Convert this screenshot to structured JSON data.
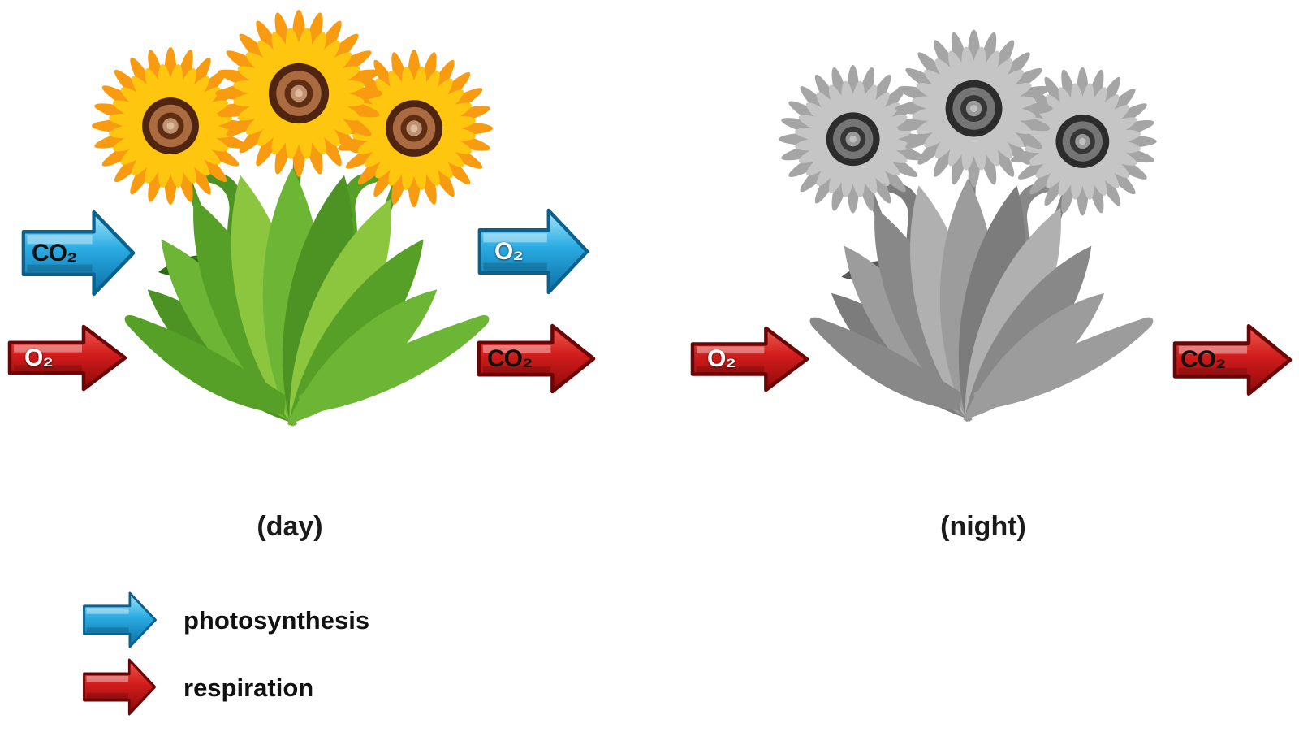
{
  "figure": {
    "day": {
      "caption": "(day)",
      "arrows": {
        "co2_in": {
          "label": "CO₂",
          "process": "photosynthesis"
        },
        "o2_out": {
          "label": "O₂",
          "process": "photosynthesis"
        },
        "o2_in": {
          "label": "O₂",
          "process": "respiration"
        },
        "co2_out": {
          "label": "CO₂",
          "process": "respiration"
        }
      }
    },
    "night": {
      "caption": "(night)",
      "arrows": {
        "o2_in": {
          "label": "O₂",
          "process": "respiration"
        },
        "co2_out": {
          "label": "CO₂",
          "process": "respiration"
        }
      }
    },
    "legend": {
      "photosynthesis": {
        "label": "photosynthesis"
      },
      "respiration": {
        "label": "respiration"
      }
    },
    "colors": {
      "photosynthesis_arrow": "#29abe2",
      "respiration_arrow": "#d11c1c",
      "petal_outer": "#f89b10",
      "petal_inner": "#ffc60f",
      "flower_center_dark": "#4f2410",
      "flower_center_mid": "#a96b3f",
      "flower_center_ring": "#5f2e12",
      "flower_center_core": "#bf9170",
      "flower_center_pollen": "#dcbc9b",
      "leaf_light": "#8cc63f",
      "leaf_mid": "#6db534",
      "leaf_green": "#57a028",
      "leaf_dark": "#4c9323",
      "leaf_deep": "#2c6a14",
      "stem": "#4e9a25",
      "caption_text": "#1a1a1a"
    }
  }
}
